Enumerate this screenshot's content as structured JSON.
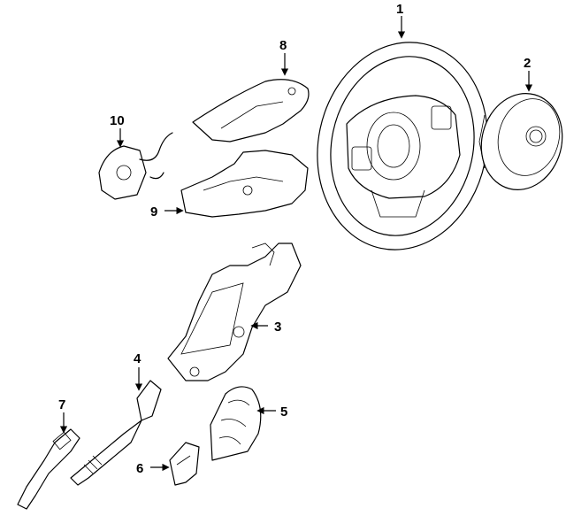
{
  "callouts": [
    {
      "id": "1",
      "label": "1"
    },
    {
      "id": "2",
      "label": "2"
    },
    {
      "id": "3",
      "label": "3"
    },
    {
      "id": "4",
      "label": "4"
    },
    {
      "id": "5",
      "label": "5"
    },
    {
      "id": "6",
      "label": "6"
    },
    {
      "id": "7",
      "label": "7"
    },
    {
      "id": "8",
      "label": "8"
    },
    {
      "id": "9",
      "label": "9"
    },
    {
      "id": "10",
      "label": "10"
    }
  ],
  "colors": {
    "line": "#000000",
    "background": "#ffffff"
  }
}
